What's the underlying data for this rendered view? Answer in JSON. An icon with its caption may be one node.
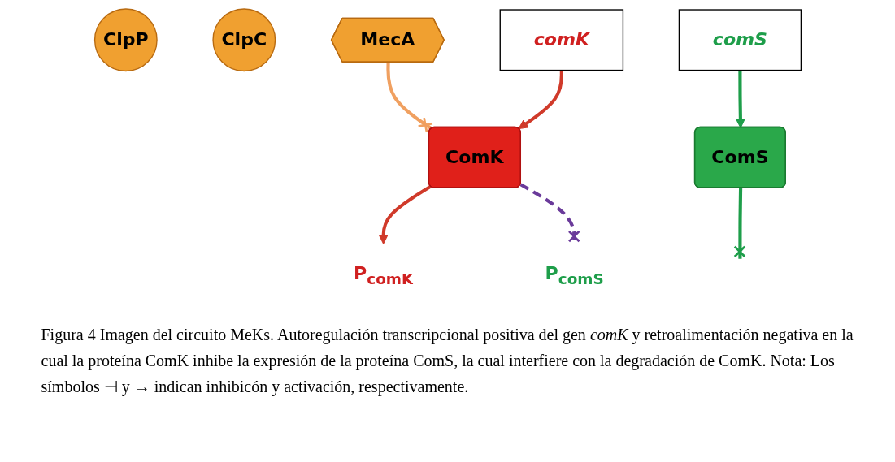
{
  "diagram": {
    "caption": "Figura 4 Imagen del circuito MeKs. Autoregulación transcripcional positiva del gen *comK* y retroalimentación negativa en la cual la proteína ComK inhibe la expresión de la proteína ComS, la cual interfiere con la degradación de ComK. Nota: Los símbolos ⊣ y → indican inhibicón y activación, respectivamente.",
    "nodes": [
      {
        "text": [
          "ClpP"
        ]
      },
      {
        "text": [
          "ClpC"
        ]
      },
      {
        "text": [
          "MecA"
        ]
      },
      {
        "text": [
          "ComK"
        ]
      },
      {
        "text": [
          "ComS"
        ]
      },
      {
        "text": [
          "comK"
        ]
      },
      {
        "text": [
          "comS"
        ]
      },
      {
        "text": [
          "P$_{comK}$"
        ]
      },
      {
        "text": [
          "P$_{comS}$"
        ]
      }
    ],
    "edges": [
      {
        "from": 2,
        "to": 3,
        "arrow": "other",
        "color": "#f0a060"
      },
      {
        "from": 4,
        "to": null,
        "arrow": "other",
        "color": "#1e9e4a"
      },
      {
        "from": 3,
        "to": 7,
        "arrow": "to",
        "color": "#d03a2a"
      },
      {
        "from": 5,
        "to": 3,
        "arrow": "to",
        "color": "#d03a2a"
      },
      {
        "from": 3,
        "to": 8,
        "arrow": "other",
        "style": "dashed",
        "color": "#6a3a9a"
      },
      {
        "from": 6,
        "to": 4,
        "arrow": "to",
        "color": "#1e9e4a"
      }
    ]
  }
}
